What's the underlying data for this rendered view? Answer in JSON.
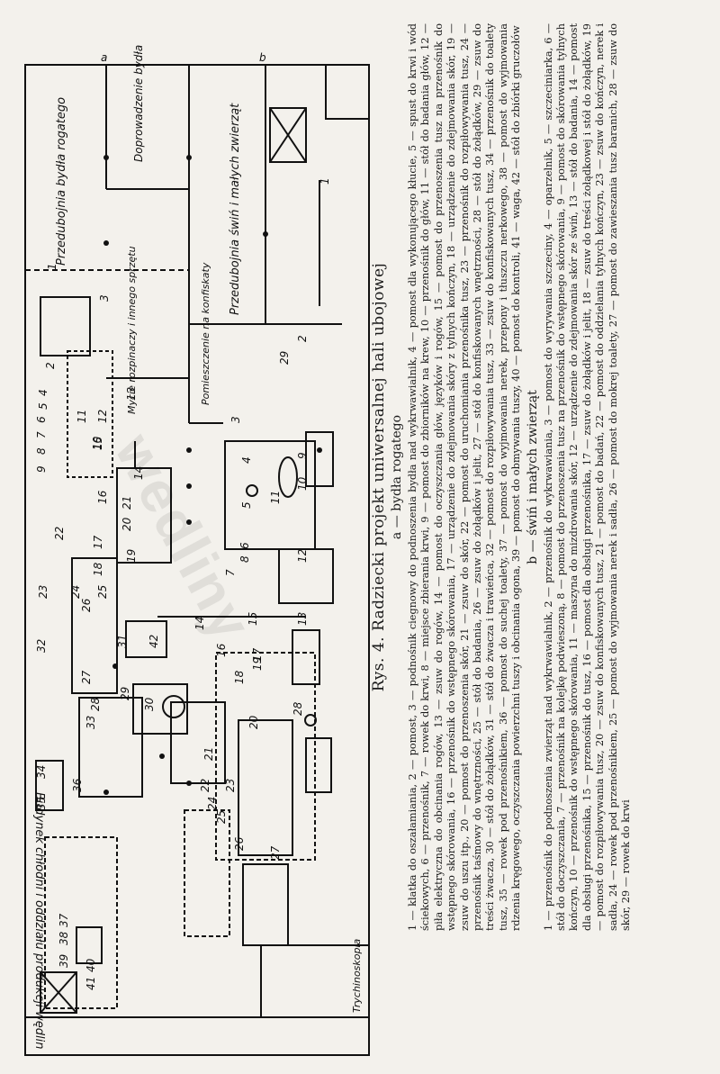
{
  "plan": {
    "marker_a": "a",
    "marker_b": "b",
    "rooms": {
      "doprowadzenie": "Doprowadzenie bydła",
      "przedubojnia_bydla": "Przedubojnia bydła rogatego",
      "przedubojnia_swin": "Przedubojnia świń i małych zwierząt",
      "mycie": "Mycie rozpinaczy i innego sprzętu",
      "pomieszczenie": "Pomieszczenie na konfiskaty",
      "trychinoskopia": "Trychinoskopia",
      "budynek": "Budynek chłodni i oddziału produkcji wędlin"
    },
    "numbers_a": [
      "1",
      "2",
      "3",
      "4",
      "5",
      "6",
      "7",
      "8",
      "9",
      "10",
      "11",
      "12",
      "13",
      "14",
      "15",
      "16",
      "17",
      "18",
      "19",
      "20",
      "21",
      "22",
      "23",
      "24",
      "25",
      "26",
      "27",
      "28",
      "29",
      "30",
      "31",
      "32",
      "33",
      "34",
      "35",
      "36",
      "37",
      "38",
      "39",
      "40",
      "41",
      "42"
    ],
    "numbers_b": [
      "1",
      "2",
      "3",
      "4",
      "5",
      "6",
      "7",
      "8",
      "9",
      "10",
      "11",
      "12",
      "13",
      "14",
      "15",
      "16",
      "17",
      "18",
      "19",
      "20",
      "21",
      "22",
      "23",
      "24",
      "25",
      "26",
      "27",
      "28",
      "29"
    ]
  },
  "caption": {
    "title": "Rys. 4. Radziecki projekt uniwersalnej hali ubojowej",
    "section_a": "a — bydła rogatego",
    "text_a": "1 — klatka do oszałamiania, 2 — pomost, 3 — podnośnik ciegnowy do podnoszenia bydła nad wykrwawialnik, 4 — pomost dla wykonującego kłucie, 5 — spust do krwi i wód ściekowych, 6 — przenośnik, 7 — rowek do krwi, 8 — miejsce zbierania krwi, 9 — pomost do zbiorników na krew, 10 — przenośnik do głów, 11 — stół do badania głów, 12 — piła elektryczna do obcinania rogów, 13 — zsuw do rogów, 14 — pomost do oczyszczania głów, języków i rogów, 15 — pomost do przenoszenia tusz na przenośnik do wstępnego skórowania, 16 — przenośnik do wstępnego skórowania, 17 — urządzenie do zdejmowania skóry z tylnych kończyn, 18 — urządzenie do zdejmowania skór, 19 — zsuw do uszu itp., 20 — pomost do przenoszenia skór, 21 — zsuw do skór, 22 — pomost do uruchomiania przenośnika tusz, 23 — przenośnik do rozpiłowywania tusz, 24 — przenośnik taśmowy do wnętrzności, 25 — stół do badania, 26 — zsuw do żołądków i jelit, 27 — stół do konfiskowanych wnętrzności, 28 — stół do żołądków, 29 — zsuw do treści żwacza, 30 — stół do żołądków, 31 — stół do żwacza i trawieńca, 32 — pomost do rozpiłowywania tusz, 33 — zsuw do konfiskowanych tusz, 34 — przenośnik do toalety tusz, 35 — rowek pod przenośnikiem, 36 — pomost do suchej toalety, 37 — pomost do wyjmowania nerek, przepony i tłuszczu nerkowego, 38 — pomost do wyjmowania rdzenia kręgowego, oczyszczania powierzchni tuszy i obcinania ogona, 39 — pomost do obmywania tuszy, 40 — pomost do kontroli, 41 — waga, 42 — stół do zbiórki gruczołów",
    "section_b": "b — świń i małych zwierząt",
    "text_b": "1 — przenośnik do podnoszenia zwierząt nad wykrwawialnik, 2 — przenośnik do wykrwawiania, 3 — pomost do wyrywania szczeciny, 4 — oparzelnik, 5 — szczeciniarka, 6 — stół do doczyszczania, 7 — przenośnik na kolejkę podwieszoną, 8 — pomost do przenoszenia tusz na przenośnik do wstępnego skórowania, 9 — pomost do skórowania tylnych kończyn, 10 — przenośnik do wstępnego skórowania, 11 — maszyna do mizdrowania skór, 12 — urządzenie do zdejmowania skór ze świń, 13 — stół do badania, 14 — pomost dla obsługi przenośnika, 15 — przenośnik do tusz, 16 — pomost dla obsługi przenośnika, 17 — zsuw do żołądków i jelit, 18 — zsuw do treści żołądkowej i stół do żołądków, 19 — pomost do rozpiłowywania tusz, 20 — zsuw do konfiskowanych tusz, 21 — pomost do badań, 22 — pomost do oddzielania tylnych kończyn, 23 — zsuw do kończyn, nerek i sadła, 24 — rowek pod przenośnikiem, 25 — pomost do wyjmowania nerek i sadła, 26 — pomost do mokrej toalety, 27 — pomost do zawieszania tusz baranich, 28 — zsuw do skór, 29 — rowek do krwi"
  }
}
